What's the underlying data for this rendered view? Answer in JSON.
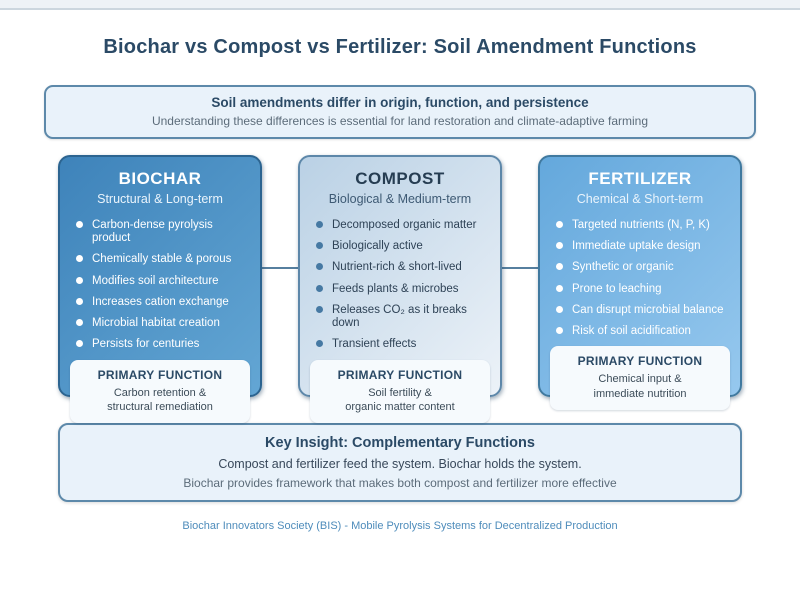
{
  "page": {
    "title": "Biochar vs Compost vs Fertilizer: Soil Amendment Functions",
    "footer": "Biochar Innovators Society (BIS) - Mobile Pyrolysis Systems for Decentralized Production"
  },
  "banner": {
    "heading": "Soil amendments differ in origin, function, and persistence",
    "subheading": "Understanding these differences is essential for land restoration and climate-adaptive farming"
  },
  "cards": [
    {
      "title": "BIOCHAR",
      "subtitle": "Structural & Long-term",
      "bullets": [
        "Carbon-dense pyrolysis product",
        "Chemically stable & porous",
        "Modifies soil architecture",
        "Increases cation exchange",
        "Microbial habitat creation",
        "Persists for centuries"
      ],
      "primary_function_label": "PRIMARY FUNCTION",
      "primary_function_line1": "Carbon retention &",
      "primary_function_line2": "structural remediation"
    },
    {
      "title": "COMPOST",
      "subtitle": "Biological & Medium-term",
      "bullets": [
        "Decomposed organic matter",
        "Biologically active",
        "Nutrient-rich & short-lived",
        "Feeds plants & microbes",
        "Releases CO₂ as it breaks down",
        "Transient effects"
      ],
      "primary_function_label": "PRIMARY FUNCTION",
      "primary_function_line1": "Soil fertility &",
      "primary_function_line2": "organic matter content"
    },
    {
      "title": "FERTILIZER",
      "subtitle": "Chemical & Short-term",
      "bullets": [
        "Targeted nutrients (N, P, K)",
        "Immediate uptake design",
        "Synthetic or organic",
        "Prone to leaching",
        "Can disrupt microbial balance",
        "Risk of soil acidification"
      ],
      "primary_function_label": "PRIMARY FUNCTION",
      "primary_function_line1": "Chemical input &",
      "primary_function_line2": "immediate nutrition"
    }
  ],
  "key_insight": {
    "heading": "Key Insight: Complementary Functions",
    "line1": "Compost and fertilizer feed the system. Biochar holds the system.",
    "line2": "Biochar provides framework that makes both compost and fertilizer more effective"
  },
  "colors": {
    "title_text": "#2b4a66",
    "banner_bg": "#e9f2fa",
    "banner_border": "#5d89aa",
    "biochar_card": "#3e83ba",
    "compost_card": "#bad1e5",
    "fertilizer_card": "#64a8dc",
    "connector_line": "#567f9f",
    "footer_text": "#4e8cbb"
  }
}
